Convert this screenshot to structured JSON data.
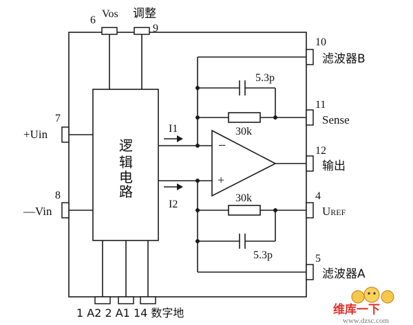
{
  "pins": {
    "p6": "6",
    "p9": "9",
    "vos": "Vos",
    "vos_adj": "调整",
    "p10": "10",
    "filter_b": "滤波器B",
    "p11": "11",
    "sense": "Sense",
    "p7": "7",
    "uin_pos": "+Uin",
    "p12": "12",
    "output": "输出",
    "p8": "8",
    "vin_neg": "—Vin",
    "p4": "4",
    "uref_main": "U",
    "uref_sub": "REF",
    "p5": "5",
    "filter_a": "滤波器A",
    "bottom_row": "1 A2   2  A1   14 数字地"
  },
  "logic_block": [
    "逻",
    "辑",
    "电",
    "路"
  ],
  "currents": {
    "i1": "I1",
    "i2": "I2"
  },
  "components": {
    "cap_top": "5.3p",
    "res_top": "30k",
    "res_bottom": "30k",
    "cap_bottom": "5.3p"
  },
  "opamp": {
    "minus": "−",
    "plus": "+"
  },
  "watermark": {
    "brand": "维库一下",
    "url": "www.dzsc.com"
  }
}
